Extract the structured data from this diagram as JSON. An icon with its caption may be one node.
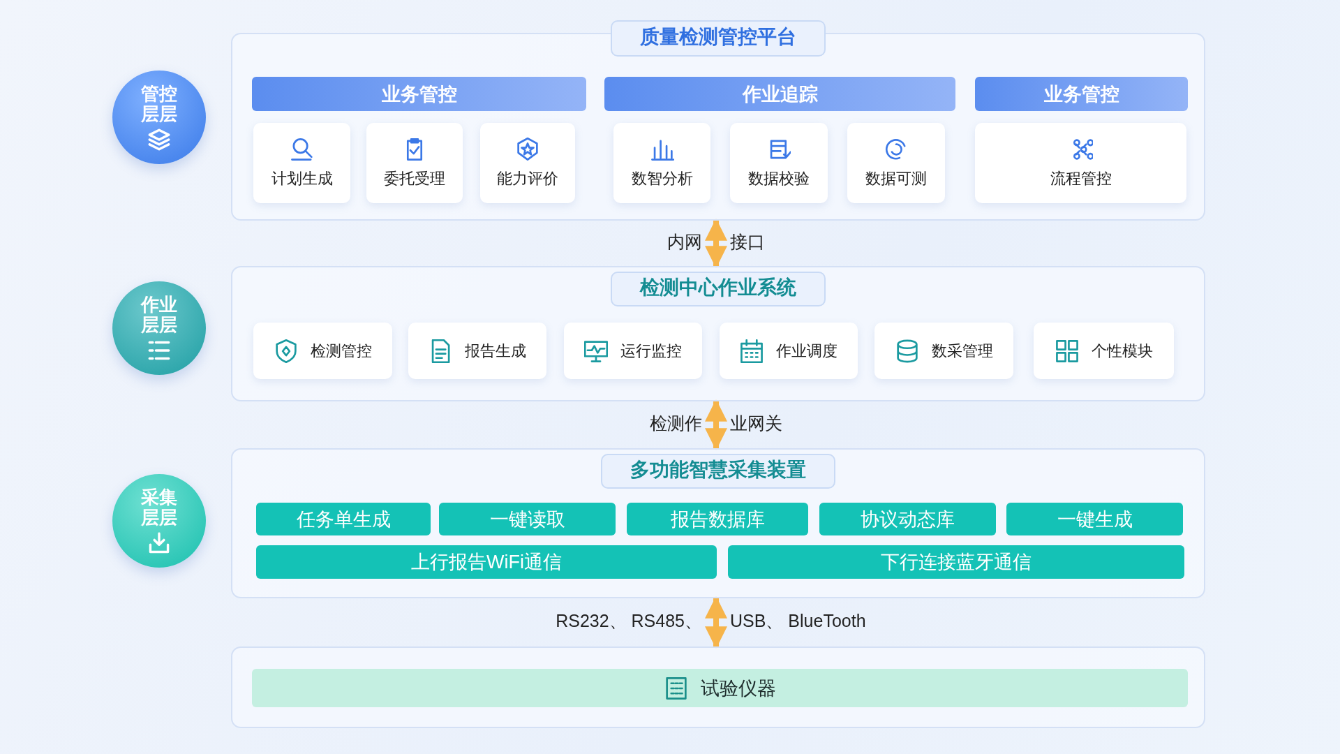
{
  "diagram": {
    "nodes": [
      {
        "text": [
          "管控层层"
        ]
      },
      {
        "text": [
          "质量检测管控平台"
        ]
      },
      {
        "text": [
          "业务管控"
        ],
        "in": 1
      },
      {
        "text": [
          "作业追踪"
        ],
        "in": 1
      },
      {
        "text": [
          "业务管控"
        ],
        "in": 1
      },
      {
        "text": [
          "计划生成"
        ],
        "in": 1
      },
      {
        "text": [
          "委托受理"
        ],
        "in": 1
      },
      {
        "text": [
          "能力评价"
        ],
        "in": 1
      },
      {
        "text": [
          "数智分析"
        ],
        "in": 1
      },
      {
        "text": [
          "数据校验"
        ],
        "in": 1
      },
      {
        "text": [
          "数据可测"
        ],
        "in": 1
      },
      {
        "text": [
          "流程管控"
        ],
        "in": 1
      },
      {
        "text": [
          "作业层层"
        ]
      },
      {
        "text": [
          "检测中心作业系统"
        ]
      },
      {
        "text": [
          "检测管控"
        ],
        "in": 13
      },
      {
        "text": [
          "报告生成"
        ],
        "in": 13
      },
      {
        "text": [
          "运行监控"
        ],
        "in": 13
      },
      {
        "text": [
          "作业调度"
        ],
        "in": 13
      },
      {
        "text": [
          "数采管理"
        ],
        "in": 13
      },
      {
        "text": [
          "个性模块"
        ],
        "in": 13
      },
      {
        "text": [
          "采集层层"
        ]
      },
      {
        "text": [
          "多功能智慧采集装置"
        ]
      },
      {
        "text": [
          "任务单生成"
        ],
        "in": 21
      },
      {
        "text": [
          "一键读取"
        ],
        "in": 21
      },
      {
        "text": [
          "报告数据库"
        ],
        "in": 21
      },
      {
        "text": [
          "协议动态库"
        ],
        "in": 21
      },
      {
        "text": [
          "一键生成"
        ],
        "in": 21
      },
      {
        "text": [
          "上行报告WiFi通信"
        ],
        "in": 21
      },
      {
        "text": [
          "下行连接蓝牙通信"
        ],
        "in": 21
      },
      {
        "text": [],
        "shape": "box"
      },
      {
        "text": [
          "试验仪器"
        ],
        "in": 29
      }
    ],
    "edges": [
      {
        "from": 1,
        "to": 13,
        "arrow": "both"
      },
      {
        "from": 13,
        "to": 21,
        "arrow": "both"
      },
      {
        "from": 21,
        "to": 29,
        "arrow": "both"
      }
    ],
    "labels": [
      "内网",
      "接口",
      "检测作",
      "业网关",
      "RS232、 RS485、",
      "USB、 BlueTooth"
    ]
  }
}
